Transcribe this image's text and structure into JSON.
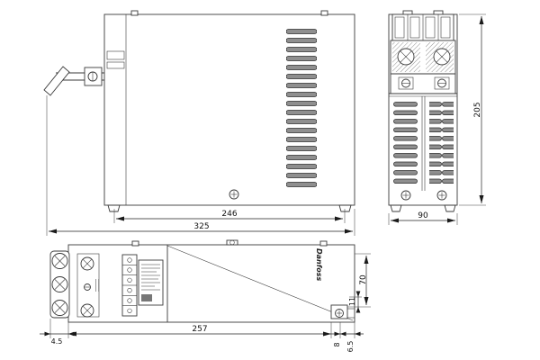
{
  "drawing": {
    "brand": "Danfoss",
    "ink_color": "#333333",
    "front_view": {
      "dim_width_inner": "246",
      "dim_width_total": "325"
    },
    "side_view": {
      "dim_height": "205",
      "dim_width": "90"
    },
    "bottom_view": {
      "dim_offset_left": "4.5",
      "dim_length": "257",
      "dim_gap_a": "8",
      "dim_gap_b": "6.5",
      "dim_depth": "70",
      "dim_inset": "11"
    }
  }
}
